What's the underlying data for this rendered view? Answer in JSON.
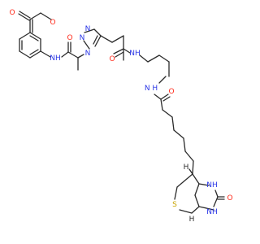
{
  "figure": {
    "background": "#ffffff",
    "bond_color": "#2b2b2b",
    "element_colors": {
      "O": "#ff2a1a",
      "N": "#2a36e6",
      "S": "#c8a400"
    }
  },
  "atom_labels": {
    "o_aldehyde": "O",
    "o_ketone": "O",
    "o_amide_1": "O",
    "nh_amide_1": "NH",
    "n_triazole_1": "N",
    "n_triazole_2": "N",
    "n_triazole_3": "N",
    "o_amide_2": "O",
    "nh_amide_2": "NH",
    "nh_amide_3": "N\nH",
    "o_amide_3": "O",
    "s_ring": "S",
    "nh_urea_1": "NH",
    "nh_urea_2": "NH",
    "o_urea": "O",
    "h_stereo_1": "H",
    "h_stereo_2": "H"
  }
}
